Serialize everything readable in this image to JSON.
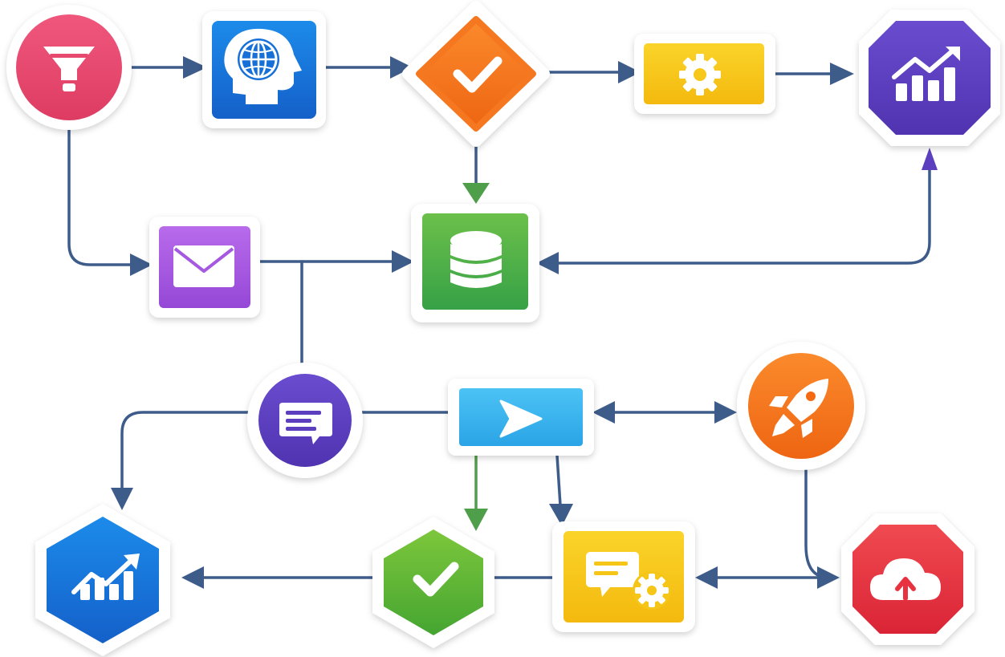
{
  "diagram": {
    "type": "flowchart",
    "nodes": [
      {
        "id": "filter",
        "icon": "funnel-icon",
        "shape": "circle",
        "color": "#E8496F"
      },
      {
        "id": "ai-mind",
        "icon": "head-globe-icon",
        "shape": "square",
        "color": "#1A73D9"
      },
      {
        "id": "approve-top",
        "icon": "check-icon",
        "shape": "diamond",
        "color": "#F5771F"
      },
      {
        "id": "settings",
        "icon": "gear-icon",
        "shape": "rectangle",
        "color": "#F7C71A"
      },
      {
        "id": "analytics",
        "icon": "bar-chart-trend-icon",
        "shape": "octagon",
        "color": "#5B3FBF"
      },
      {
        "id": "email",
        "icon": "envelope-icon",
        "shape": "square",
        "color": "#A558E0"
      },
      {
        "id": "database",
        "icon": "database-icon",
        "shape": "square",
        "color": "#4CB04A"
      },
      {
        "id": "chat",
        "icon": "chat-bubble-icon",
        "shape": "circle",
        "color": "#5B3FBF"
      },
      {
        "id": "send",
        "icon": "send-icon",
        "shape": "rectangle",
        "color": "#3BB6EE"
      },
      {
        "id": "launch",
        "icon": "rocket-icon",
        "shape": "circle",
        "color": "#F46A14"
      },
      {
        "id": "growth",
        "icon": "growth-chart-icon",
        "shape": "hexagon",
        "color": "#1477E0"
      },
      {
        "id": "approve-bottom",
        "icon": "check-icon",
        "shape": "hexagon",
        "color": "#5DB535"
      },
      {
        "id": "chat-settings",
        "icon": "chat-gear-icon",
        "shape": "rectangle",
        "color": "#F5C518"
      },
      {
        "id": "cloud-upload",
        "icon": "cloud-upload-icon",
        "shape": "octagon",
        "color": "#E8323F"
      }
    ],
    "edges": [
      {
        "from": "filter",
        "to": "ai-mind",
        "color": "#3E5C8A"
      },
      {
        "from": "ai-mind",
        "to": "approve-top",
        "color": "#3E5C8A"
      },
      {
        "from": "approve-top",
        "to": "settings",
        "color": "#3E5C8A"
      },
      {
        "from": "settings",
        "to": "analytics",
        "color": "#3E5C8A"
      },
      {
        "from": "approve-top",
        "to": "database",
        "color": "#4E9E4A"
      },
      {
        "from": "filter",
        "to": "email",
        "color": "#3E5C8A"
      },
      {
        "from": "email",
        "to": "database",
        "color": "#3E5C8A"
      },
      {
        "from": "analytics",
        "to": "database",
        "color": "#3E5C8A"
      },
      {
        "from": "database",
        "to": "analytics",
        "color": "#5B3FBF"
      },
      {
        "from": "email",
        "to": "chat",
        "color": "#3E5C8A"
      },
      {
        "from": "chat",
        "to": "growth",
        "color": "#3E5C8A"
      },
      {
        "from": "chat",
        "to": "send",
        "color": "#3E5C8A"
      },
      {
        "from": "send",
        "to": "launch",
        "color": "#3E5C8A"
      },
      {
        "from": "launch",
        "to": "send",
        "color": "#3E5C8A"
      },
      {
        "from": "send",
        "to": "approve-bottom",
        "color": "#4E9E4A"
      },
      {
        "from": "send",
        "to": "chat-settings",
        "color": "#3E5C8A"
      },
      {
        "from": "launch",
        "to": "cloud-upload",
        "color": "#3E5C8A"
      },
      {
        "from": "cloud-upload",
        "to": "chat-settings",
        "color": "#3E5C8A"
      },
      {
        "from": "chat-settings",
        "to": "cloud-upload",
        "color": "#3E5C8A"
      },
      {
        "from": "approve-bottom",
        "to": "growth",
        "color": "#3E5C8A"
      }
    ]
  }
}
